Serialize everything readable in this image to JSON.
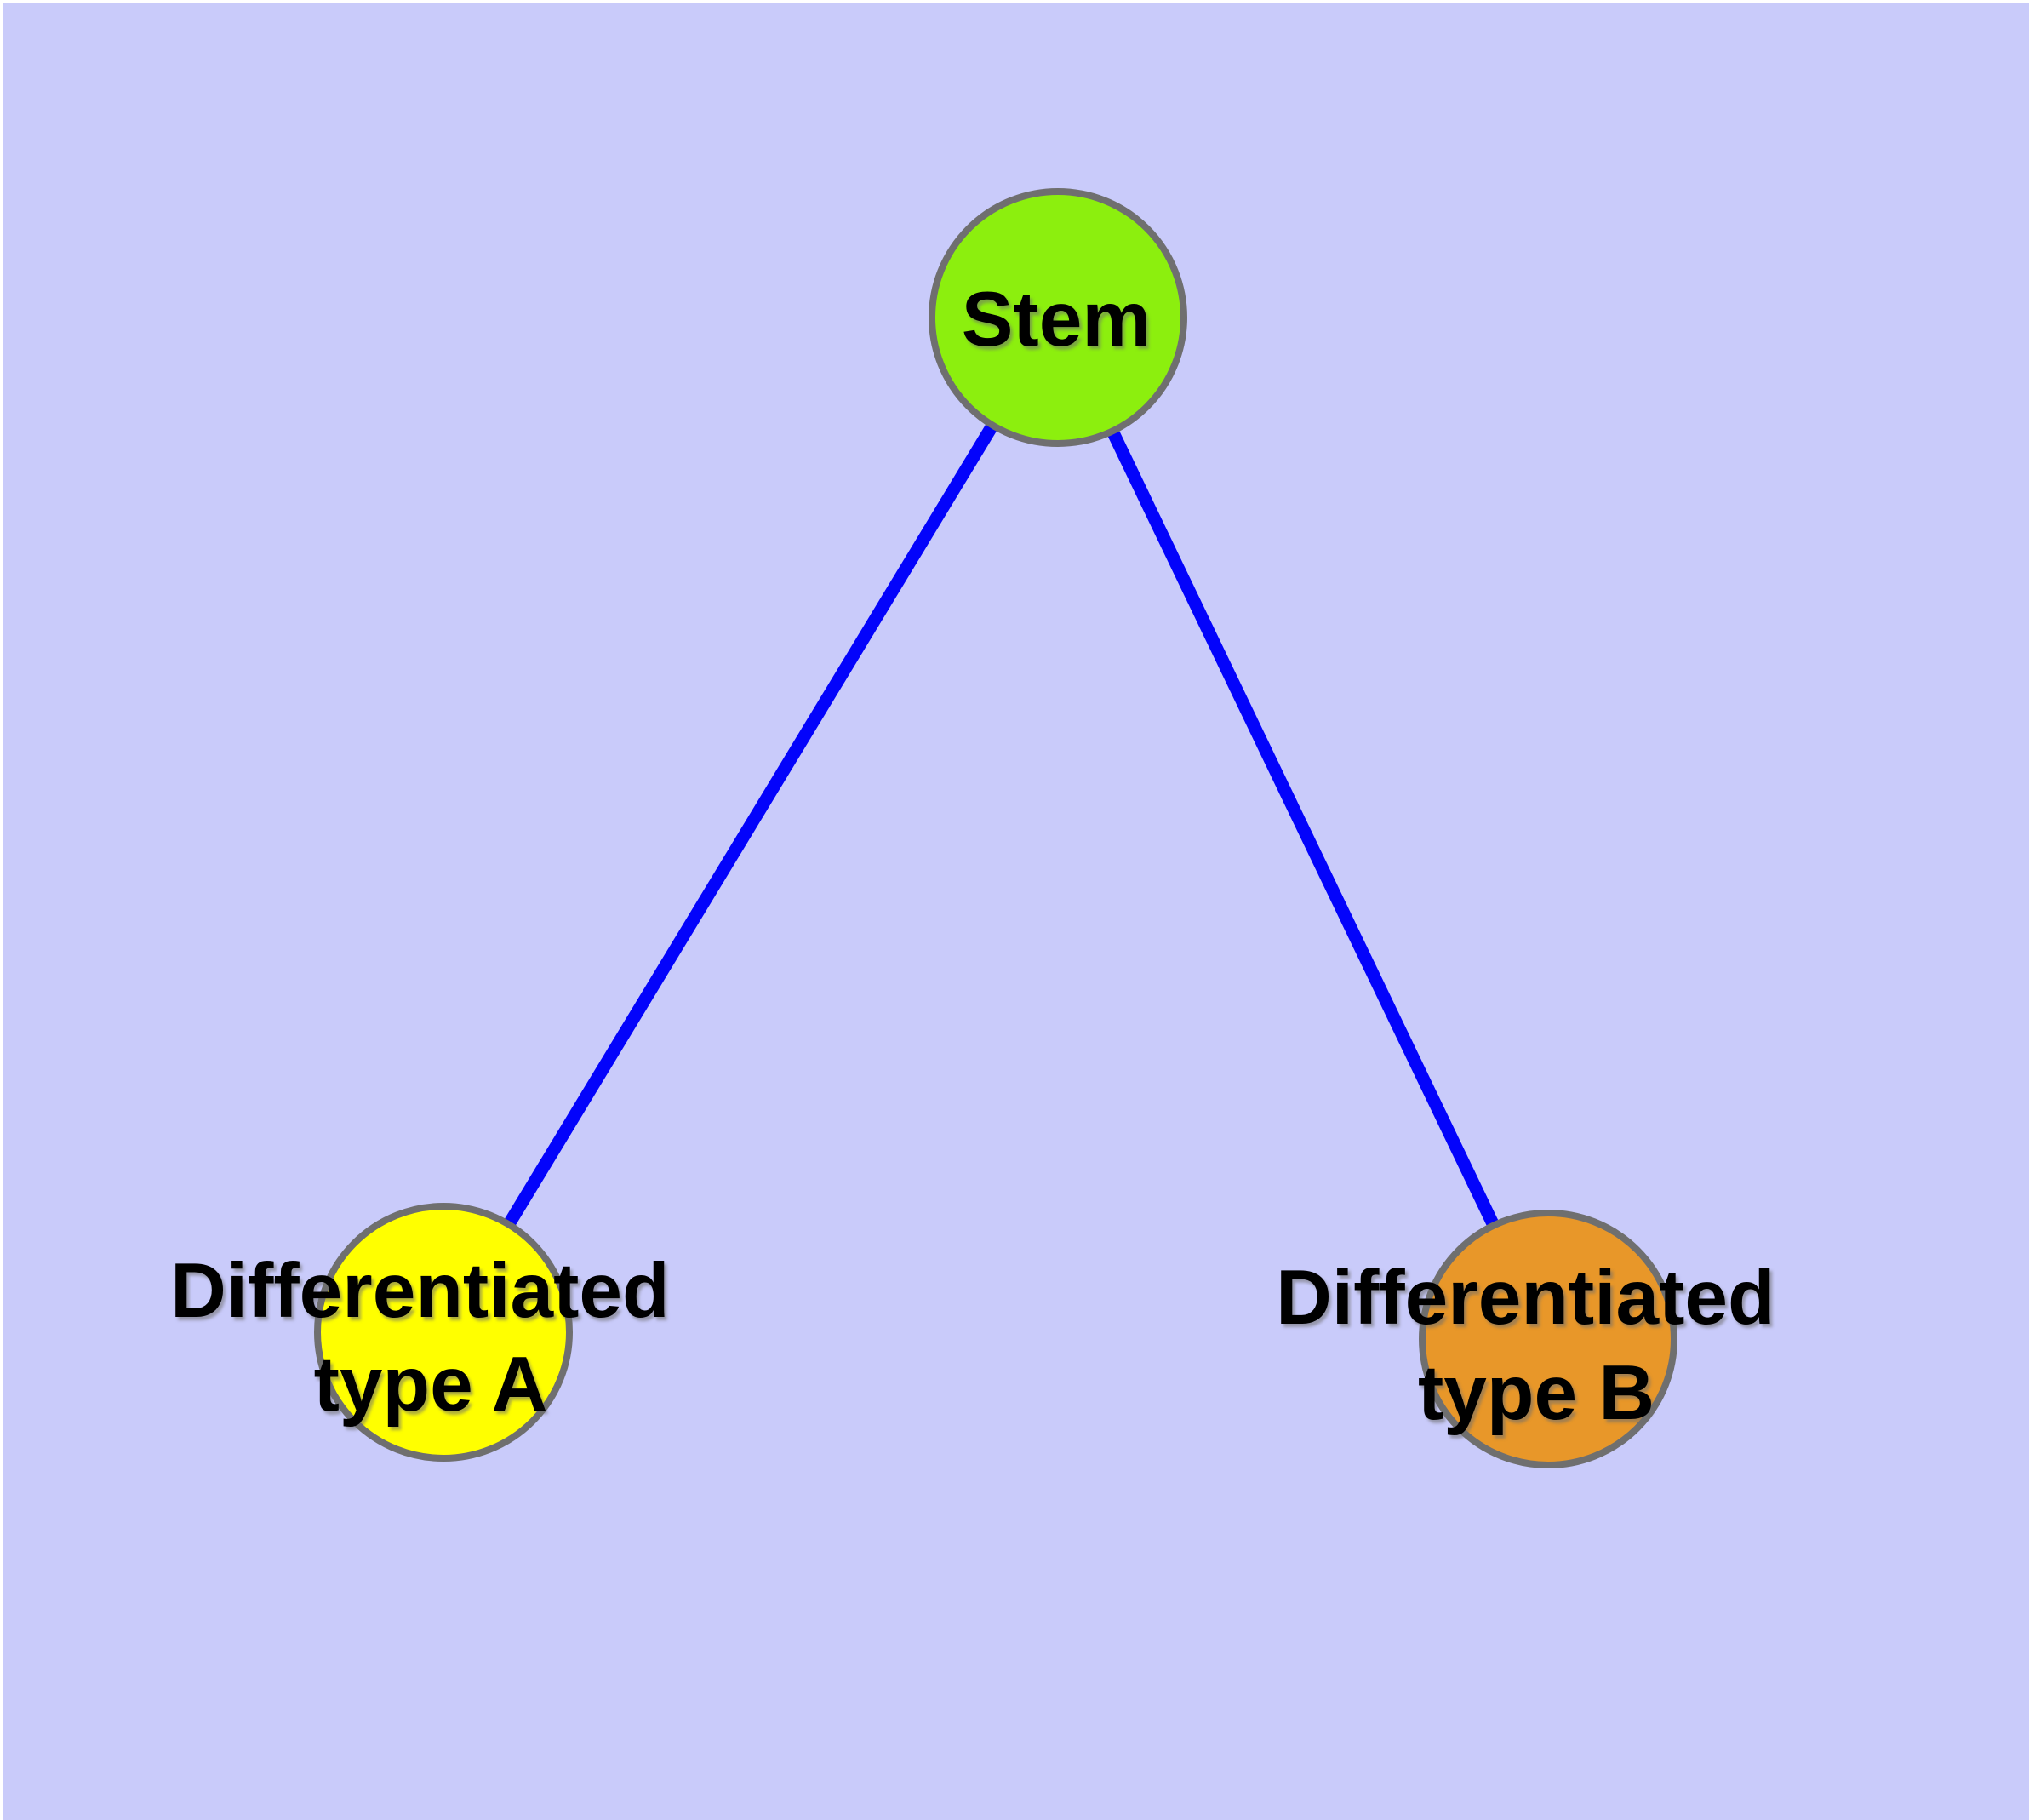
{
  "diagram": {
    "background_color": "#C9CBFA",
    "page_margin_color": "#FFFFFF",
    "edge_color": "#0303FB",
    "node_border_color": "#6F6F6F",
    "nodes": [
      {
        "id": "stem",
        "label_lines": [
          "Stem"
        ],
        "fill_color": "#8CEF0E"
      },
      {
        "id": "differentiated-type-a",
        "label_lines": [
          "Differentiated",
          "type A"
        ],
        "fill_color": "#FFFF00"
      },
      {
        "id": "differentiated-type-b",
        "label_lines": [
          "Differentiated",
          "type B"
        ],
        "fill_color": "#E89729"
      }
    ],
    "edges": [
      {
        "from": "stem",
        "to": "differentiated-type-a"
      },
      {
        "from": "stem",
        "to": "differentiated-type-b"
      }
    ]
  }
}
